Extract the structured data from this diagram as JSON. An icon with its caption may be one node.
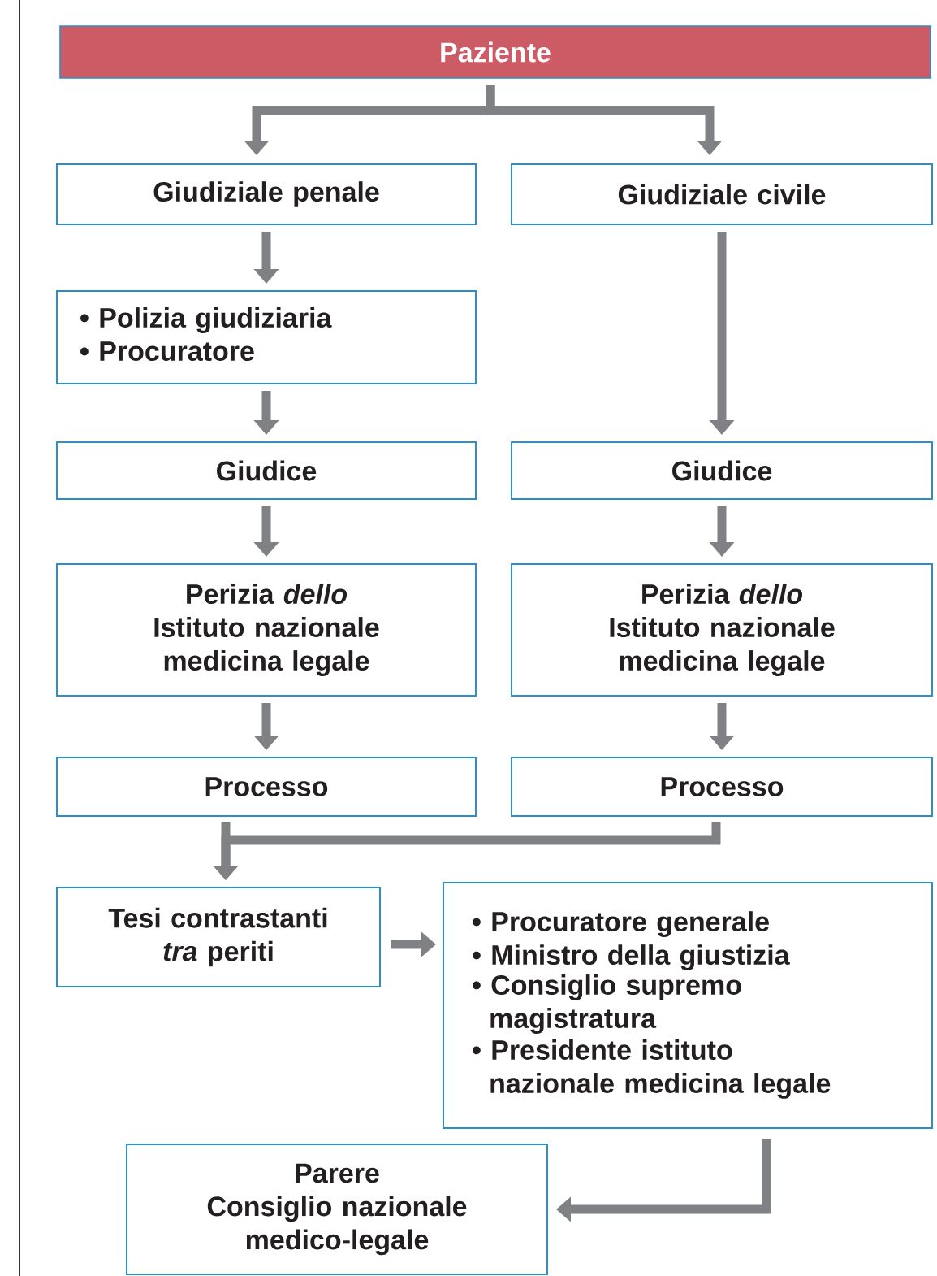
{
  "diagram": {
    "nodes": [
      {
        "text": [
          "Paziente"
        ]
      },
      {
        "text": [
          "Giudiziale penale"
        ]
      },
      {
        "text": [
          "Giudiziale civile"
        ]
      },
      {
        "text": [
          "• Polizia giudiziaria",
          "• Procuratore"
        ]
      },
      {
        "text": [
          "Giudice"
        ]
      },
      {
        "text": [
          "Giudice"
        ]
      },
      {
        "text": [
          "Perizia *dello* Istituto nazionale medicina legale"
        ]
      },
      {
        "text": [
          "Perizia *dello* Istituto nazionale medicina legale"
        ]
      },
      {
        "text": [
          "Processo"
        ]
      },
      {
        "text": [
          "Processo"
        ]
      },
      {
        "text": [
          "Tesi contrastanti *tra* periti"
        ]
      },
      {
        "text": [
          "• Procuratore generale",
          "• Ministro della giustizia",
          "• Consiglio supremo magistratura",
          "• Presidente istituto nazionale medicina legale"
        ]
      },
      {
        "text": [
          "Parere",
          "Consiglio nazionale medico-legale"
        ]
      }
    ],
    "edges": [
      {
        "from": 0,
        "to": 1,
        "arrow": "to"
      },
      {
        "from": 0,
        "to": 2,
        "arrow": "to"
      },
      {
        "from": 1,
        "to": 3,
        "arrow": "to"
      },
      {
        "from": 3,
        "to": 4,
        "arrow": "to"
      },
      {
        "from": 2,
        "to": 5,
        "arrow": "to"
      },
      {
        "from": 4,
        "to": 6,
        "arrow": "to"
      },
      {
        "from": 5,
        "to": 7,
        "arrow": "to"
      },
      {
        "from": 6,
        "to": 8,
        "arrow": "to"
      },
      {
        "from": 7,
        "to": 9,
        "arrow": "to"
      },
      {
        "from": 8,
        "to": 10,
        "arrow": "to"
      },
      {
        "from": 9,
        "to": 10,
        "arrow": "to"
      },
      {
        "from": 10,
        "to": 11,
        "arrow": "to"
      },
      {
        "from": 11,
        "to": 12,
        "arrow": "to"
      }
    ]
  }
}
